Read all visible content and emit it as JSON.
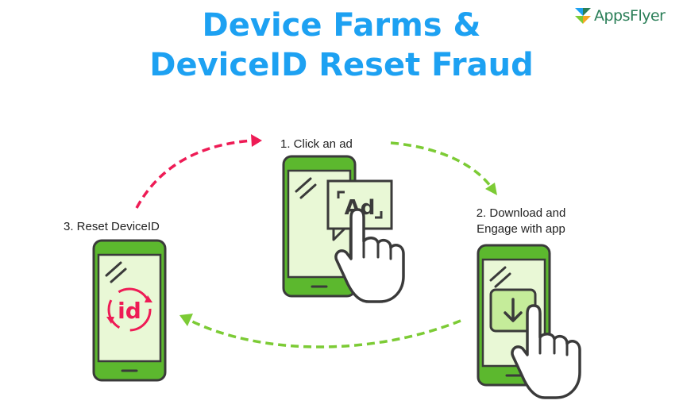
{
  "title": {
    "line1": "Device Farms &",
    "line2": "DeviceID Reset Fraud"
  },
  "logo": {
    "text": "AppsFlyer"
  },
  "steps": {
    "step1": "1. Click an ad",
    "step2_line1": "2. Download and",
    "step2_line2": "Engage with app",
    "step3": "3. Reset DeviceID"
  },
  "ad_label": "Ad",
  "id_label": "id",
  "icons": [
    "phone-icon",
    "ad-icon",
    "hand-pointer-icon",
    "download-icon",
    "reset-id-icon"
  ],
  "colors": {
    "title": "#1da1f2",
    "phone_frame": "#5cb82e",
    "screen": "#e9f8d6",
    "outline": "#3a3a3a",
    "arrow_red": "#ee1b55",
    "arrow_green": "#7ccb35"
  }
}
